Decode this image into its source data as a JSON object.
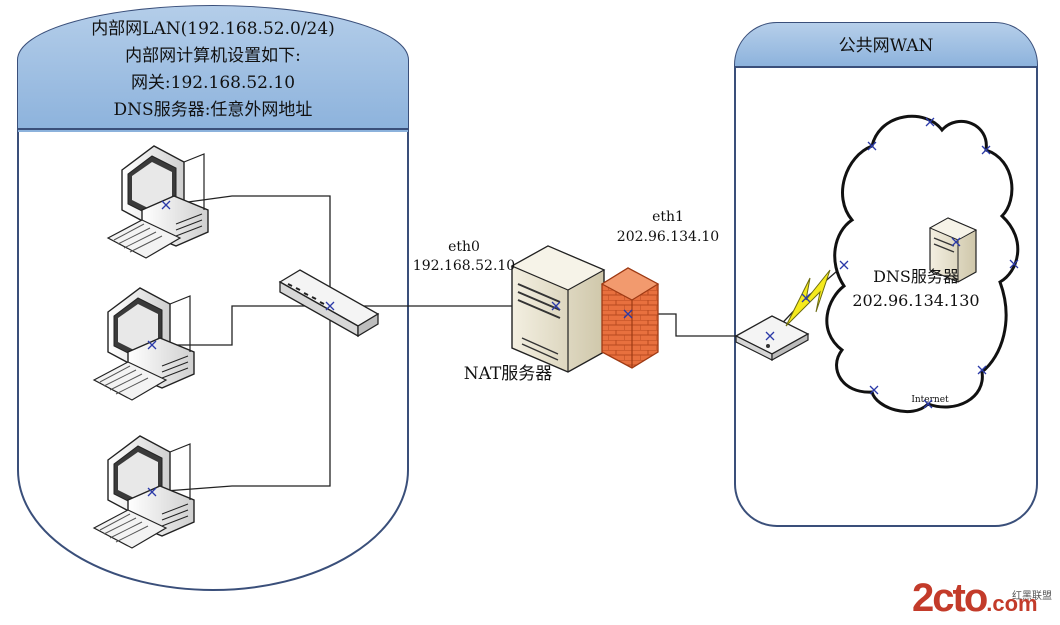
{
  "lan_zone": {
    "title_line1": "内部网LAN(192.168.52.0/24)",
    "title_line2": "内部网计算机设置如下:",
    "title_line3": "网关:192.168.52.10",
    "title_line4": "DNS服务器:任意外网地址"
  },
  "wan_zone": {
    "title": "公共网WAN"
  },
  "nat_server": {
    "label": "NAT服务器",
    "eth0_name": "eth0",
    "eth0_ip": "192.168.52.10",
    "eth1_name": "eth1",
    "eth1_ip": "202.96.134.10"
  },
  "internet_cloud": {
    "label": "Internet"
  },
  "dns_server": {
    "label": "DNS服务器",
    "ip": "202.96.134.130"
  },
  "watermark": {
    "main": "2cto",
    "suffix": ".com",
    "sub": "红黑联盟"
  },
  "colors": {
    "header_fill": "#9cbee2",
    "zone_border": "#3a4f7a",
    "firewall": "#e8703e",
    "server_body": "#e6e0c8",
    "lightning": "#f5ea1e"
  }
}
